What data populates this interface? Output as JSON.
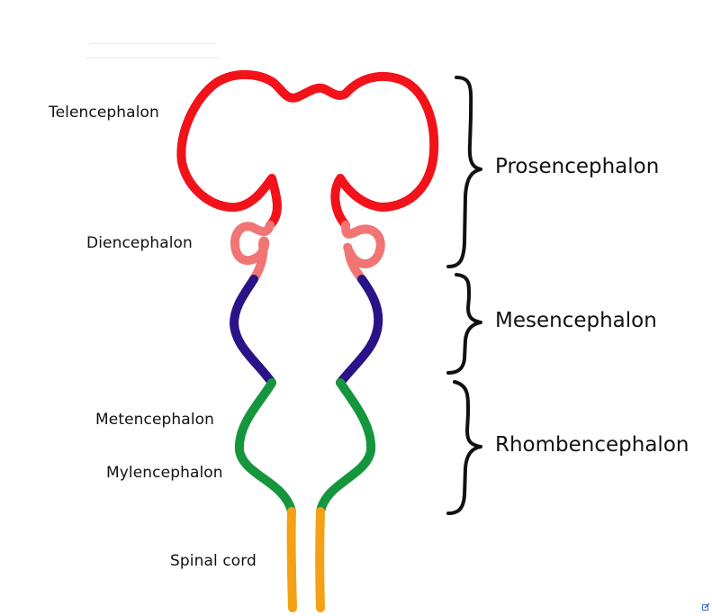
{
  "diagram": {
    "title": "Embryonic brain vesicles",
    "colors": {
      "telencephalon": "#f2121a",
      "diencephalon": "#f27575",
      "mesencephalon": "#2a1388",
      "metencephalon_mylencephalon": "#16963c",
      "spinal_cord": "#f5a115",
      "brace": "#111111",
      "text": "#111111"
    },
    "region_labels": [
      {
        "id": "telencephalon",
        "text": "Telencephalon"
      },
      {
        "id": "diencephalon",
        "text": "Diencephalon"
      },
      {
        "id": "metencephalon",
        "text": "Metencephalon"
      },
      {
        "id": "mylencephalon",
        "text": "Mylencephalon"
      },
      {
        "id": "spinal-cord",
        "text": "Spinal cord"
      }
    ],
    "group_labels": [
      {
        "id": "prosencephalon",
        "text": "Prosencephalon",
        "includes": [
          "Telencephalon",
          "Diencephalon"
        ]
      },
      {
        "id": "mesencephalon",
        "text": "Mesencephalon",
        "includes": [
          "Mesencephalon"
        ]
      },
      {
        "id": "rhombencephalon",
        "text": "Rhombencephalon",
        "includes": [
          "Metencephalon",
          "Mylencephalon"
        ]
      }
    ],
    "icons": {
      "corner": "edit-icon"
    }
  }
}
